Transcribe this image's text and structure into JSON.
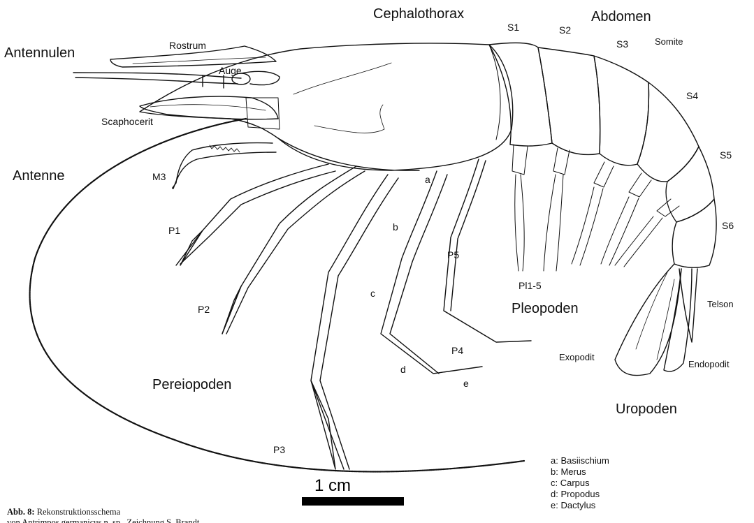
{
  "labels": {
    "cephalothorax": "Cephalothorax",
    "abdomen": "Abdomen",
    "antennulen": "Antennulen",
    "rostrum": "Rostrum",
    "auge": "Auge",
    "scaphocerit": "Scaphocerit",
    "antenne": "Antenne",
    "m3": "M3",
    "p1": "P1",
    "p2": "P2",
    "p3": "P3",
    "p4": "P4",
    "p5": "P5",
    "pereiopoden": "Pereiopoden",
    "pleopoden": "Pleopoden",
    "pl15": "Pl1-5",
    "uropoden": "Uropoden",
    "telson": "Telson",
    "exopodit": "Exopodit",
    "endopodit": "Endopodit",
    "somite": "Somite",
    "s1": "S1",
    "s2": "S2",
    "s3": "S3",
    "s4": "S4",
    "s5": "S5",
    "s6": "S6",
    "a": "a",
    "b": "b",
    "c": "c",
    "d": "d",
    "e": "e"
  },
  "legend": [
    "a: Basiischium",
    "b: Merus",
    "c: Carpus",
    "d: Propodus",
    "e: Dactylus"
  ],
  "scale": {
    "label": "1 cm"
  },
  "caption": {
    "bold": "Abb. 8:",
    "line1": " Rekonstruktionsschema",
    "line2": "von Antrimpos germanicus n. sp., Zeichnung S. Brandt"
  }
}
